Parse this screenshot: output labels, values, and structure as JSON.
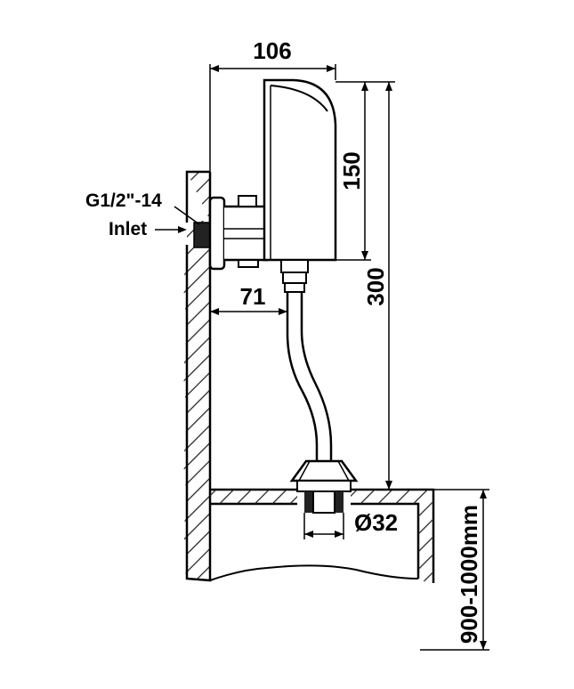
{
  "labels": {
    "top_width": "106",
    "unit_height": "150",
    "total_height": "300",
    "wall_offset": "71",
    "thread": "G1/2\"-14",
    "inlet": "Inlet",
    "pipe_diameter": "Ø32",
    "mount_height": "900-1000mm"
  }
}
